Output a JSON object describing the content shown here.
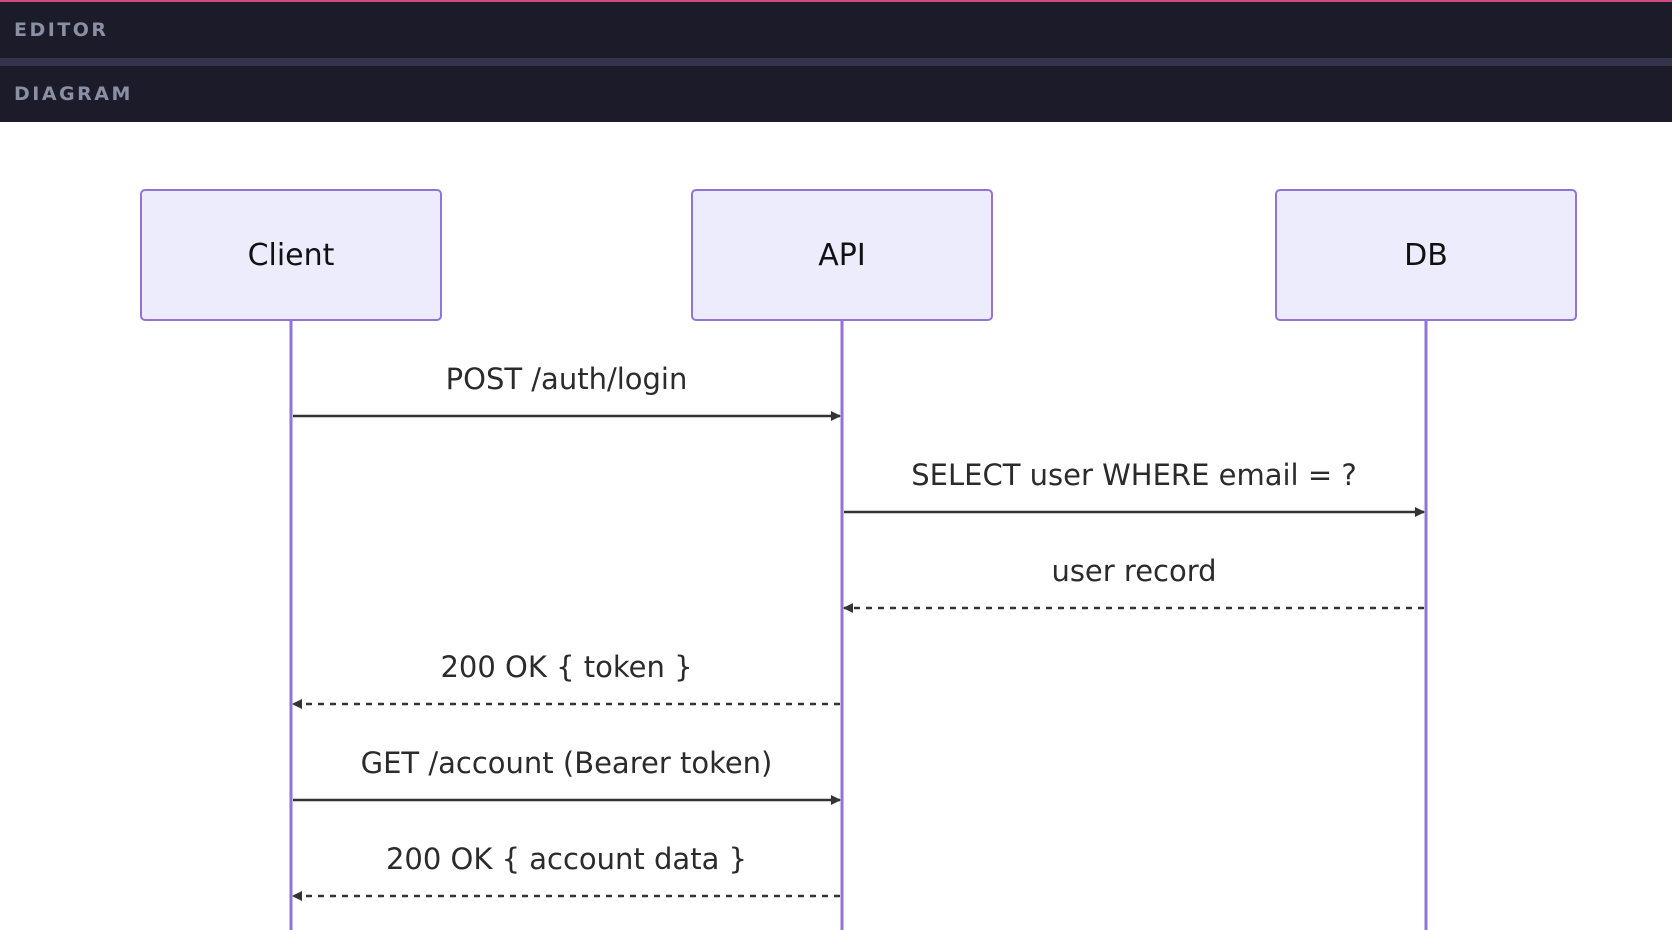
{
  "panels": {
    "editor_title": "EDITOR",
    "diagram_title": "DIAGRAM"
  },
  "colors": {
    "accent": "#d24b7e",
    "header_bg": "#1b1b2a",
    "actor_fill": "#ececfc",
    "actor_stroke": "#9274d6",
    "lifeline": "#9274d6",
    "arrow": "#333333"
  },
  "diagram": {
    "actors": [
      {
        "id": "client",
        "label": "Client"
      },
      {
        "id": "api",
        "label": "API"
      },
      {
        "id": "db",
        "label": "DB"
      }
    ],
    "messages": [
      {
        "from": "client",
        "to": "api",
        "label": "POST /auth/login",
        "style": "solid"
      },
      {
        "from": "api",
        "to": "db",
        "label": "SELECT user WHERE email = ?",
        "style": "solid"
      },
      {
        "from": "db",
        "to": "api",
        "label": "user record",
        "style": "dashed"
      },
      {
        "from": "api",
        "to": "client",
        "label": "200 OK { token }",
        "style": "dashed"
      },
      {
        "from": "client",
        "to": "api",
        "label": "GET /account (Bearer token)",
        "style": "solid"
      },
      {
        "from": "api",
        "to": "client",
        "label": "200 OK { account data }",
        "style": "dashed"
      }
    ]
  }
}
